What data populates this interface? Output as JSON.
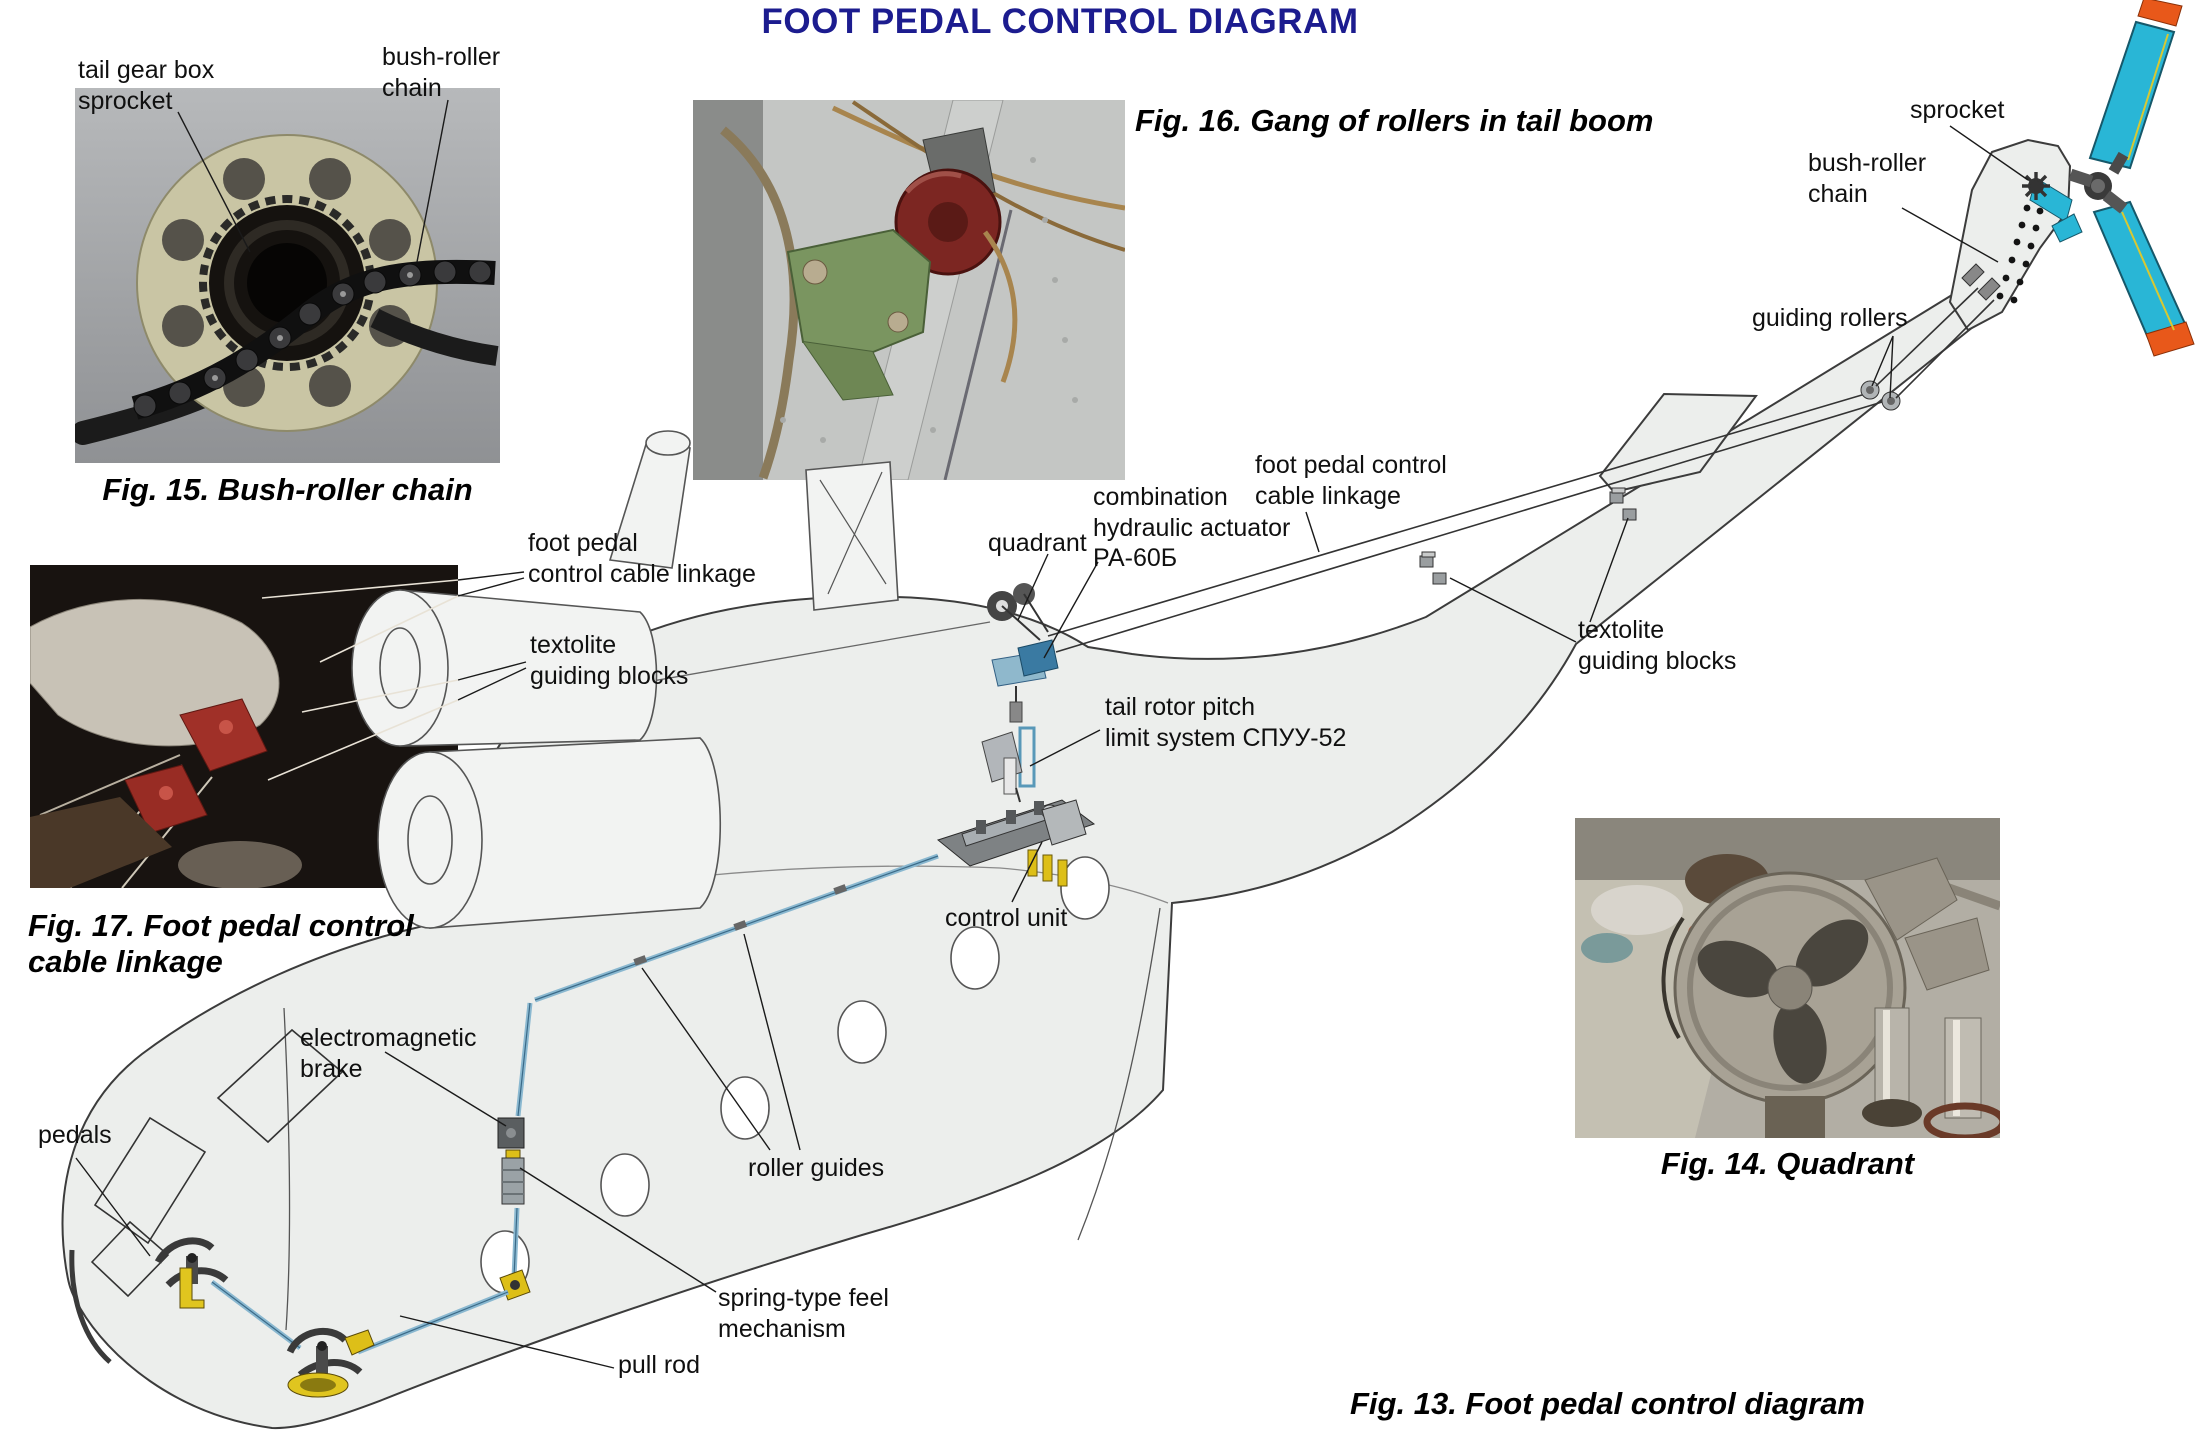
{
  "title": "FOOT PEDAL CONTROL DIAGRAM",
  "captions": {
    "fig13": "Fig. 13. Foot pedal control diagram",
    "fig14": "Fig. 14. Quadrant",
    "fig15": "Fig. 15. Bush-roller chain",
    "fig16": "Fig. 16. Gang of rollers in tail boom",
    "fig17": "Fig. 17. Foot pedal control\ncable linkage"
  },
  "photo_labels": {
    "fig15_sprocket": "tail gear box\nsprocket",
    "fig15_chain": "bush-roller\nchain",
    "fig17_linkage": "foot pedal\ncontrol cable linkage",
    "fig17_textolite": "textolite\nguiding blocks"
  },
  "diagram_labels": {
    "sprocket": "sprocket",
    "bush_roller_chain": "bush-roller\nchain",
    "guiding_rollers": "guiding rollers",
    "cable_linkage": "foot pedal control\ncable linkage",
    "textolite_blocks": "textolite\nguiding blocks",
    "hydraulic_actuator": "combination\nhydraulic actuator\nРА-60Б",
    "quadrant": "quadrant",
    "pitch_limit": "tail rotor pitch\nlimit system СПУУ-52",
    "control_unit": "control unit",
    "electromagnetic_brake": "electromagnetic\nbrake",
    "pedals": "pedals",
    "roller_guides": "roller guides",
    "spring_feel": "spring-type feel\nmechanism",
    "pull_rod": "pull rod"
  },
  "colors": {
    "title_navy": "#1c1c8f",
    "rotor_cyan": "#29b6d6",
    "blade_tip_orange": "#e8581a",
    "pull_rod_blue": "#8ab8d0",
    "part_yellow": "#ddbf18",
    "fuselage_gray": "#eceeec",
    "outline_gray": "#3c3c3c"
  }
}
